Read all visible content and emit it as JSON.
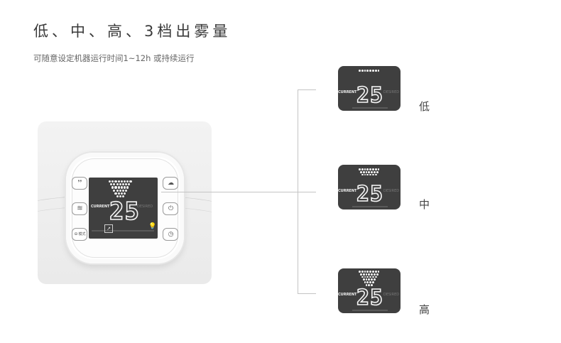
{
  "header": {
    "title": "低、中、高、3档出雾量",
    "subtitle": "可随意设定机器运行时间1~12h 或持续运行"
  },
  "device": {
    "left_buttons": [
      {
        "icon": "water-drop-icon",
        "glyph": "💧"
      },
      {
        "icon": "heat-wave-icon",
        "glyph": "♨"
      },
      {
        "icon": "mode-icon",
        "glyph": "⊖",
        "caption": "模式"
      }
    ],
    "right_buttons": [
      {
        "icon": "cloud-mist-icon",
        "glyph": "☁"
      },
      {
        "icon": "power-icon",
        "glyph": "⏻"
      },
      {
        "icon": "timer-icon",
        "glyph": "◷"
      }
    ],
    "display": {
      "current_label": "CURRENT",
      "desired_label": "DESIRED",
      "value": "25"
    }
  },
  "levels": [
    {
      "label": "低",
      "fan_level": 1,
      "value": "25",
      "current_label": "CURRENT",
      "desired_label": "DESIRED"
    },
    {
      "label": "中",
      "fan_level": 2,
      "value": "25",
      "current_label": "CURRENT",
      "desired_label": "DESIRED"
    },
    {
      "label": "高",
      "fan_level": 3,
      "value": "25",
      "current_label": "CURRENT",
      "desired_label": "DESIRED"
    }
  ],
  "colors": {
    "lcd_background": "#3f3f3f",
    "lcd_segment": "#f4f4f4",
    "connector": "#c4c4c4"
  }
}
